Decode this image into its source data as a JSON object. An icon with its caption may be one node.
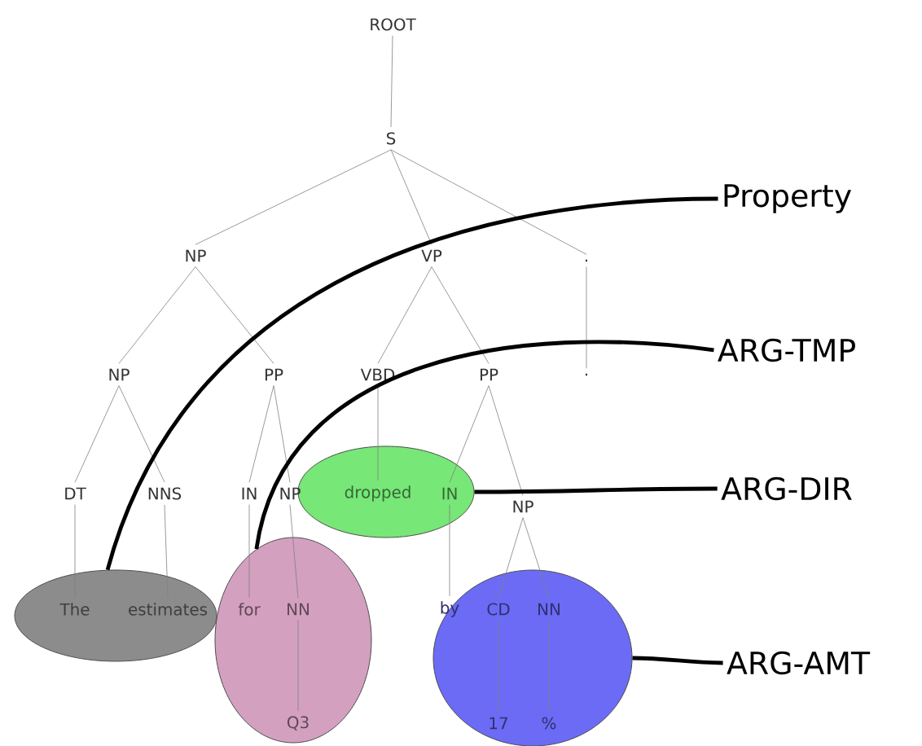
{
  "diagram": {
    "nodes": [
      {
        "text": [
          "ROOT"
        ]
      },
      {
        "text": [
          "S"
        ]
      },
      {
        "text": [
          "NP"
        ]
      },
      {
        "text": [
          "VP"
        ]
      },
      {
        "text": [
          "."
        ]
      },
      {
        "text": [
          "NP"
        ]
      },
      {
        "text": [
          "PP"
        ]
      },
      {
        "text": [
          "VBD"
        ]
      },
      {
        "text": [
          "PP"
        ]
      },
      {
        "text": [
          "."
        ]
      },
      {
        "text": [],
        "shape": "ellipse"
      },
      {
        "text": [
          "DT"
        ]
      },
      {
        "text": [
          "NNS"
        ]
      },
      {
        "text": [
          "IN"
        ]
      },
      {
        "text": [
          "NP"
        ]
      },
      {
        "text": [
          "dropped"
        ],
        "in": 10
      },
      {
        "text": [
          "IN"
        ],
        "in": 10
      },
      {
        "text": [
          "NP"
        ]
      },
      {
        "text": [],
        "shape": "ellipse"
      },
      {
        "text": [],
        "shape": "ellipse"
      },
      {
        "text": [],
        "shape": "ellipse"
      },
      {
        "text": [
          "The"
        ],
        "in": 18
      },
      {
        "text": [
          "estimates"
        ],
        "in": 18
      },
      {
        "text": [
          "for"
        ],
        "in": 19
      },
      {
        "text": [
          "NN"
        ],
        "in": 19
      },
      {
        "text": [
          "by"
        ],
        "in": 20
      },
      {
        "text": [
          "CD"
        ],
        "in": 20
      },
      {
        "text": [
          "NN"
        ],
        "in": 20
      },
      {
        "text": [
          "Q3"
        ],
        "in": 19
      },
      {
        "text": [
          "17"
        ],
        "in": 20
      },
      {
        "text": [
          "%"
        ],
        "in": 20
      },
      {
        "text": [
          "Property"
        ]
      },
      {
        "text": [
          "ARG-TMP"
        ]
      },
      {
        "text": [
          "ARG-DIR"
        ]
      },
      {
        "text": [
          "ARG-AMT"
        ]
      }
    ],
    "edges": [
      {
        "from": 0,
        "to": 1,
        "arrow": "none"
      },
      {
        "from": 1,
        "to": 2,
        "arrow": "none"
      },
      {
        "from": 1,
        "to": 3,
        "arrow": "none"
      },
      {
        "from": 1,
        "to": 4,
        "arrow": "none"
      },
      {
        "from": 2,
        "to": 5,
        "arrow": "none"
      },
      {
        "from": 2,
        "to": 6,
        "arrow": "none"
      },
      {
        "from": 3,
        "to": 7,
        "arrow": "none"
      },
      {
        "from": 3,
        "to": 8,
        "arrow": "none"
      },
      {
        "from": 4,
        "to": 9,
        "arrow": "none"
      },
      {
        "from": 5,
        "to": 11,
        "arrow": "none"
      },
      {
        "from": 5,
        "to": 12,
        "arrow": "none"
      },
      {
        "from": 6,
        "to": 13,
        "arrow": "none"
      },
      {
        "from": 6,
        "to": 14,
        "arrow": "none"
      },
      {
        "from": 7,
        "to": 15,
        "arrow": "none"
      },
      {
        "from": 8,
        "to": 16,
        "arrow": "none"
      },
      {
        "from": 8,
        "to": 17,
        "arrow": "none"
      },
      {
        "from": 11,
        "to": 21,
        "arrow": "none"
      },
      {
        "from": 12,
        "to": 22,
        "arrow": "none"
      },
      {
        "from": 13,
        "to": 23,
        "arrow": "none"
      },
      {
        "from": 14,
        "to": 24,
        "arrow": "none"
      },
      {
        "from": 16,
        "to": 25,
        "arrow": "none"
      },
      {
        "from": 17,
        "to": 26,
        "arrow": "none"
      },
      {
        "from": 17,
        "to": 27,
        "arrow": "none"
      },
      {
        "from": 24,
        "to": 28,
        "arrow": "none"
      },
      {
        "from": 26,
        "to": 29,
        "arrow": "none"
      },
      {
        "from": 27,
        "to": 30,
        "arrow": "none"
      },
      {
        "from": 31,
        "to": 18,
        "arrow": "none",
        "style": "thick",
        "color": "#000000"
      },
      {
        "from": 32,
        "to": 19,
        "arrow": "none",
        "style": "thick",
        "color": "#000000"
      },
      {
        "from": 33,
        "to": 10,
        "arrow": "none",
        "style": "thick",
        "color": "#000000"
      },
      {
        "from": 34,
        "to": 20,
        "arrow": "none",
        "style": "thick",
        "color": "#000000"
      }
    ]
  }
}
